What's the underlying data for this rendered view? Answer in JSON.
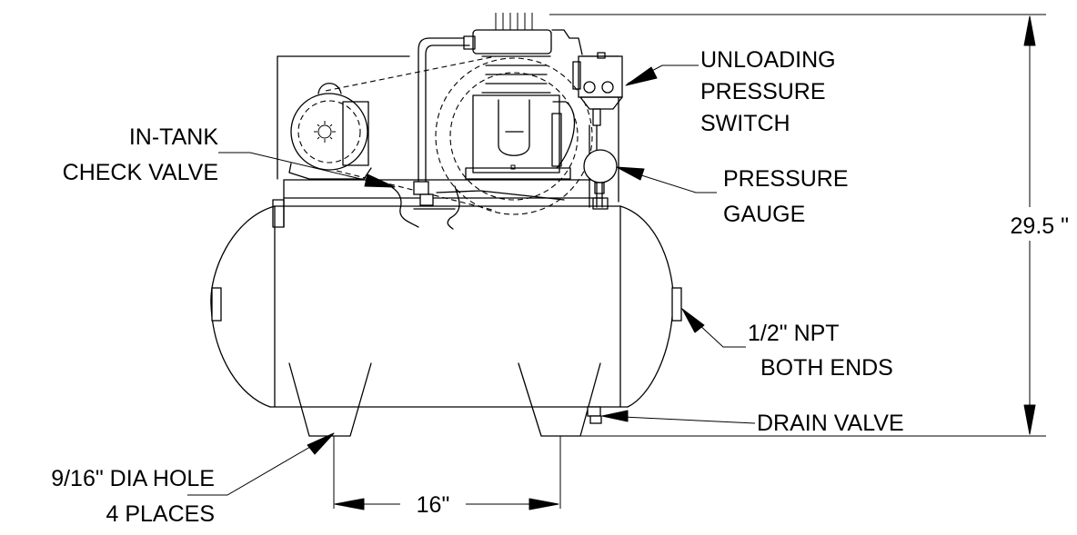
{
  "labels": {
    "unloading_switch": [
      "UNLOADING",
      "PRESSURE",
      "SWITCH"
    ],
    "check_valve": [
      "IN-TANK",
      "CHECK VALVE"
    ],
    "pressure_gauge": [
      "PRESSURE",
      "GAUGE"
    ],
    "height_dim": "29.5 \"",
    "npt_ports": [
      "1/2\" NPT",
      "BOTH ENDS"
    ],
    "drain_valve": "DRAIN VALVE",
    "mount_hole": [
      "9/16\" DIA HOLE",
      "4 PLACES"
    ],
    "width_dim": "16\""
  },
  "colors": {
    "ink": "#000000",
    "paper": "#ffffff"
  }
}
